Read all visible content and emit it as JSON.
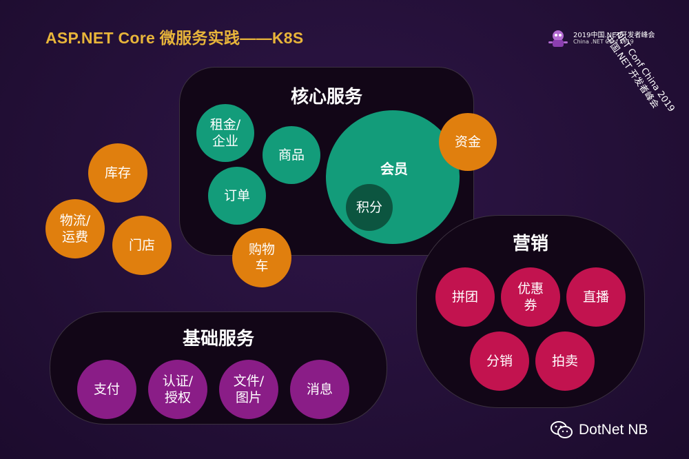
{
  "title": "ASP.NET Core 微服务实践——K8S",
  "logo": {
    "line1": "2019中国.NET开发者峰会",
    "line2": "China .NET Conf 2019",
    "diagonal1": ".NET Conf China 2019",
    "diagonal2": "中国.NET 开发者峰会"
  },
  "core": {
    "title": "核心服务",
    "nodes": [
      "租金/\n企业",
      "商品",
      "订单",
      "会员",
      "积分"
    ]
  },
  "outer_orange": [
    "资金",
    "库存",
    "物流/\n运费",
    "门店",
    "购物\n车"
  ],
  "marketing": {
    "title": "营销",
    "nodes": [
      "拼团",
      "优惠\n券",
      "直播",
      "分销",
      "拍卖"
    ]
  },
  "base": {
    "title": "基础服务",
    "nodes": [
      "支付",
      "认证/\n授权",
      "文件/\n图片",
      "消息"
    ]
  },
  "wechat": {
    "label": "DotNet NB",
    "icon": "wechat-icon"
  },
  "colors": {
    "orange": "#e07f0e",
    "green": "#139c7a",
    "crimson": "#c2134f",
    "purple": "#8a1d87",
    "title": "#e8b53a"
  }
}
